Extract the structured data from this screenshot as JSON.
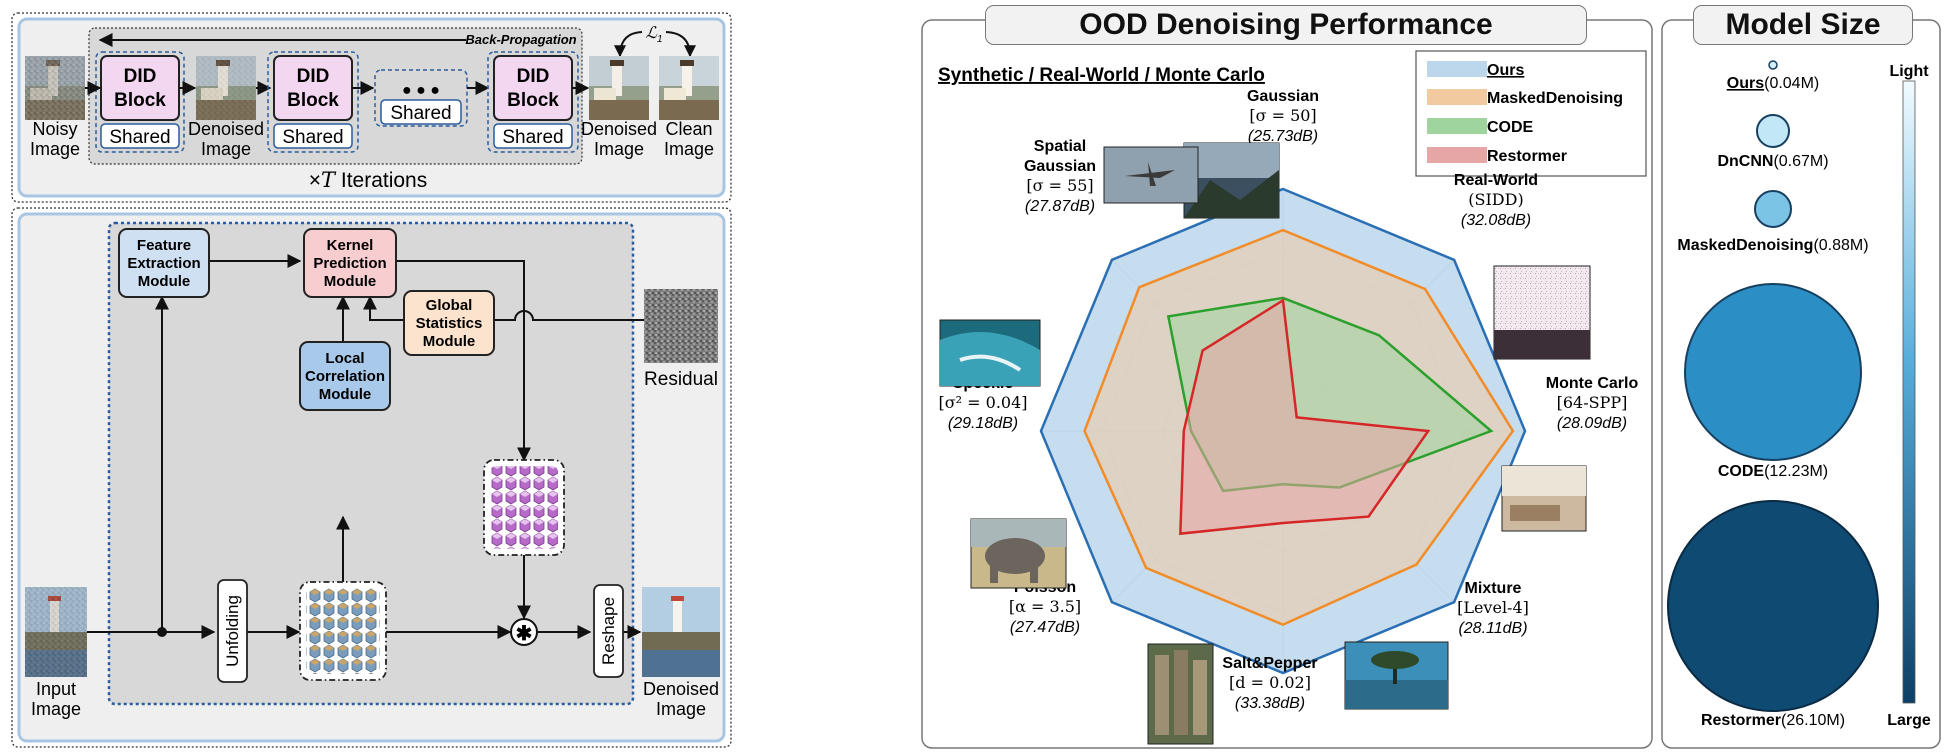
{
  "pipeline": {
    "back_propagation": "Back-Propagation",
    "loss": "ℒ",
    "loss_sub": "1",
    "did_block_line1": "DID",
    "did_block_line2": "Block",
    "shared": "Shared",
    "dots": "● ● ●",
    "noisy_line1": "Noisy",
    "noisy_line2": "Image",
    "denoised_line1": "Denoised",
    "denoised_line2": "Image",
    "clean_line1": "Clean",
    "clean_line2": "Image",
    "times": "×",
    "T": "T",
    "iterations": "Iterations"
  },
  "did_detail": {
    "feature_extraction": [
      "Feature",
      "Extraction",
      "Module"
    ],
    "kernel_prediction": [
      "Kernel",
      "Prediction",
      "Module"
    ],
    "global_statistics": [
      "Global",
      "Statistics",
      "Module"
    ],
    "local_correlation": [
      "Local",
      "Correlation",
      "Module"
    ],
    "unfolding": "Unfolding",
    "reshape": "Reshape",
    "convolution_symbol": "✱",
    "residual": "Residual",
    "input_line1": "Input",
    "input_line2": "Image",
    "output_line1": "Denoised",
    "output_line2": "Image"
  },
  "radar": {
    "title": "OOD Denoising Performance",
    "subtitle": "Synthetic / Real-World / Monte Carlo",
    "legend": [
      "Ours",
      "MaskedDenoising",
      "CODE",
      "Restormer"
    ],
    "axes": [
      {
        "name": [
          "Gaussian"
        ],
        "param": "[σ = 50]",
        "score": "(25.73dB)"
      },
      {
        "name": [
          "Real-World"
        ],
        "param": "(SIDD)",
        "score": "(32.08dB)"
      },
      {
        "name": [
          "Monte Carlo"
        ],
        "param": "[64-SPP]",
        "score": "(28.09dB)"
      },
      {
        "name": [
          "Mixture"
        ],
        "param": "[Level-4]",
        "score": "(28.11dB)"
      },
      {
        "name": [
          "Salt&Pepper"
        ],
        "param": "[d = 0.02]",
        "score": "(33.38dB)"
      },
      {
        "name": [
          "Poisson"
        ],
        "param": "[α = 3.5]",
        "score": "(27.47dB)"
      },
      {
        "name": [
          "Speckle"
        ],
        "param": "[σ² = 0.04]",
        "score": "(29.18dB)"
      },
      {
        "name": [
          "Spatial",
          "Gaussian"
        ],
        "param": "[σ = 55]",
        "score": "(27.87dB)"
      }
    ],
    "series": [
      {
        "name": "Ours",
        "color": "#2a6fb3",
        "fill": "#bcd6ec",
        "values": [
          1,
          1,
          1,
          1,
          1,
          1,
          1,
          1
        ]
      },
      {
        "name": "MaskedDenoising",
        "color": "#f28c28",
        "fill": "#f2caa0",
        "values": [
          0.83,
          0.83,
          0.95,
          0.78,
          0.8,
          0.8,
          0.82,
          0.84
        ]
      },
      {
        "name": "CODE",
        "color": "#2ca02c",
        "fill": "#9fd49f",
        "values": [
          0.55,
          0.56,
          0.86,
          0.33,
          0.22,
          0.35,
          0.38,
          0.67
        ]
      },
      {
        "name": "Restormer",
        "color": "#d62728",
        "fill": "#e7a6a6",
        "values": [
          0.54,
          0.08,
          0.6,
          0.5,
          0.38,
          0.6,
          0.41,
          0.47
        ]
      }
    ]
  },
  "model_size": {
    "title": "Model Size",
    "light": "Light",
    "large": "Large",
    "models": [
      {
        "name": "Ours",
        "size": "(0.04M)",
        "color": "#d6f0fb"
      },
      {
        "name": "DnCNN",
        "size": "(0.67M)",
        "color": "#c2e7f7"
      },
      {
        "name": "MaskedDenoising",
        "size": "(0.88M)",
        "color": "#7cc4e6"
      },
      {
        "name": "CODE",
        "size": "(12.23M)",
        "color": "#2b8fc6"
      },
      {
        "name": "Restormer",
        "size": "(26.10M)",
        "color": "#0f4a73"
      }
    ]
  }
}
